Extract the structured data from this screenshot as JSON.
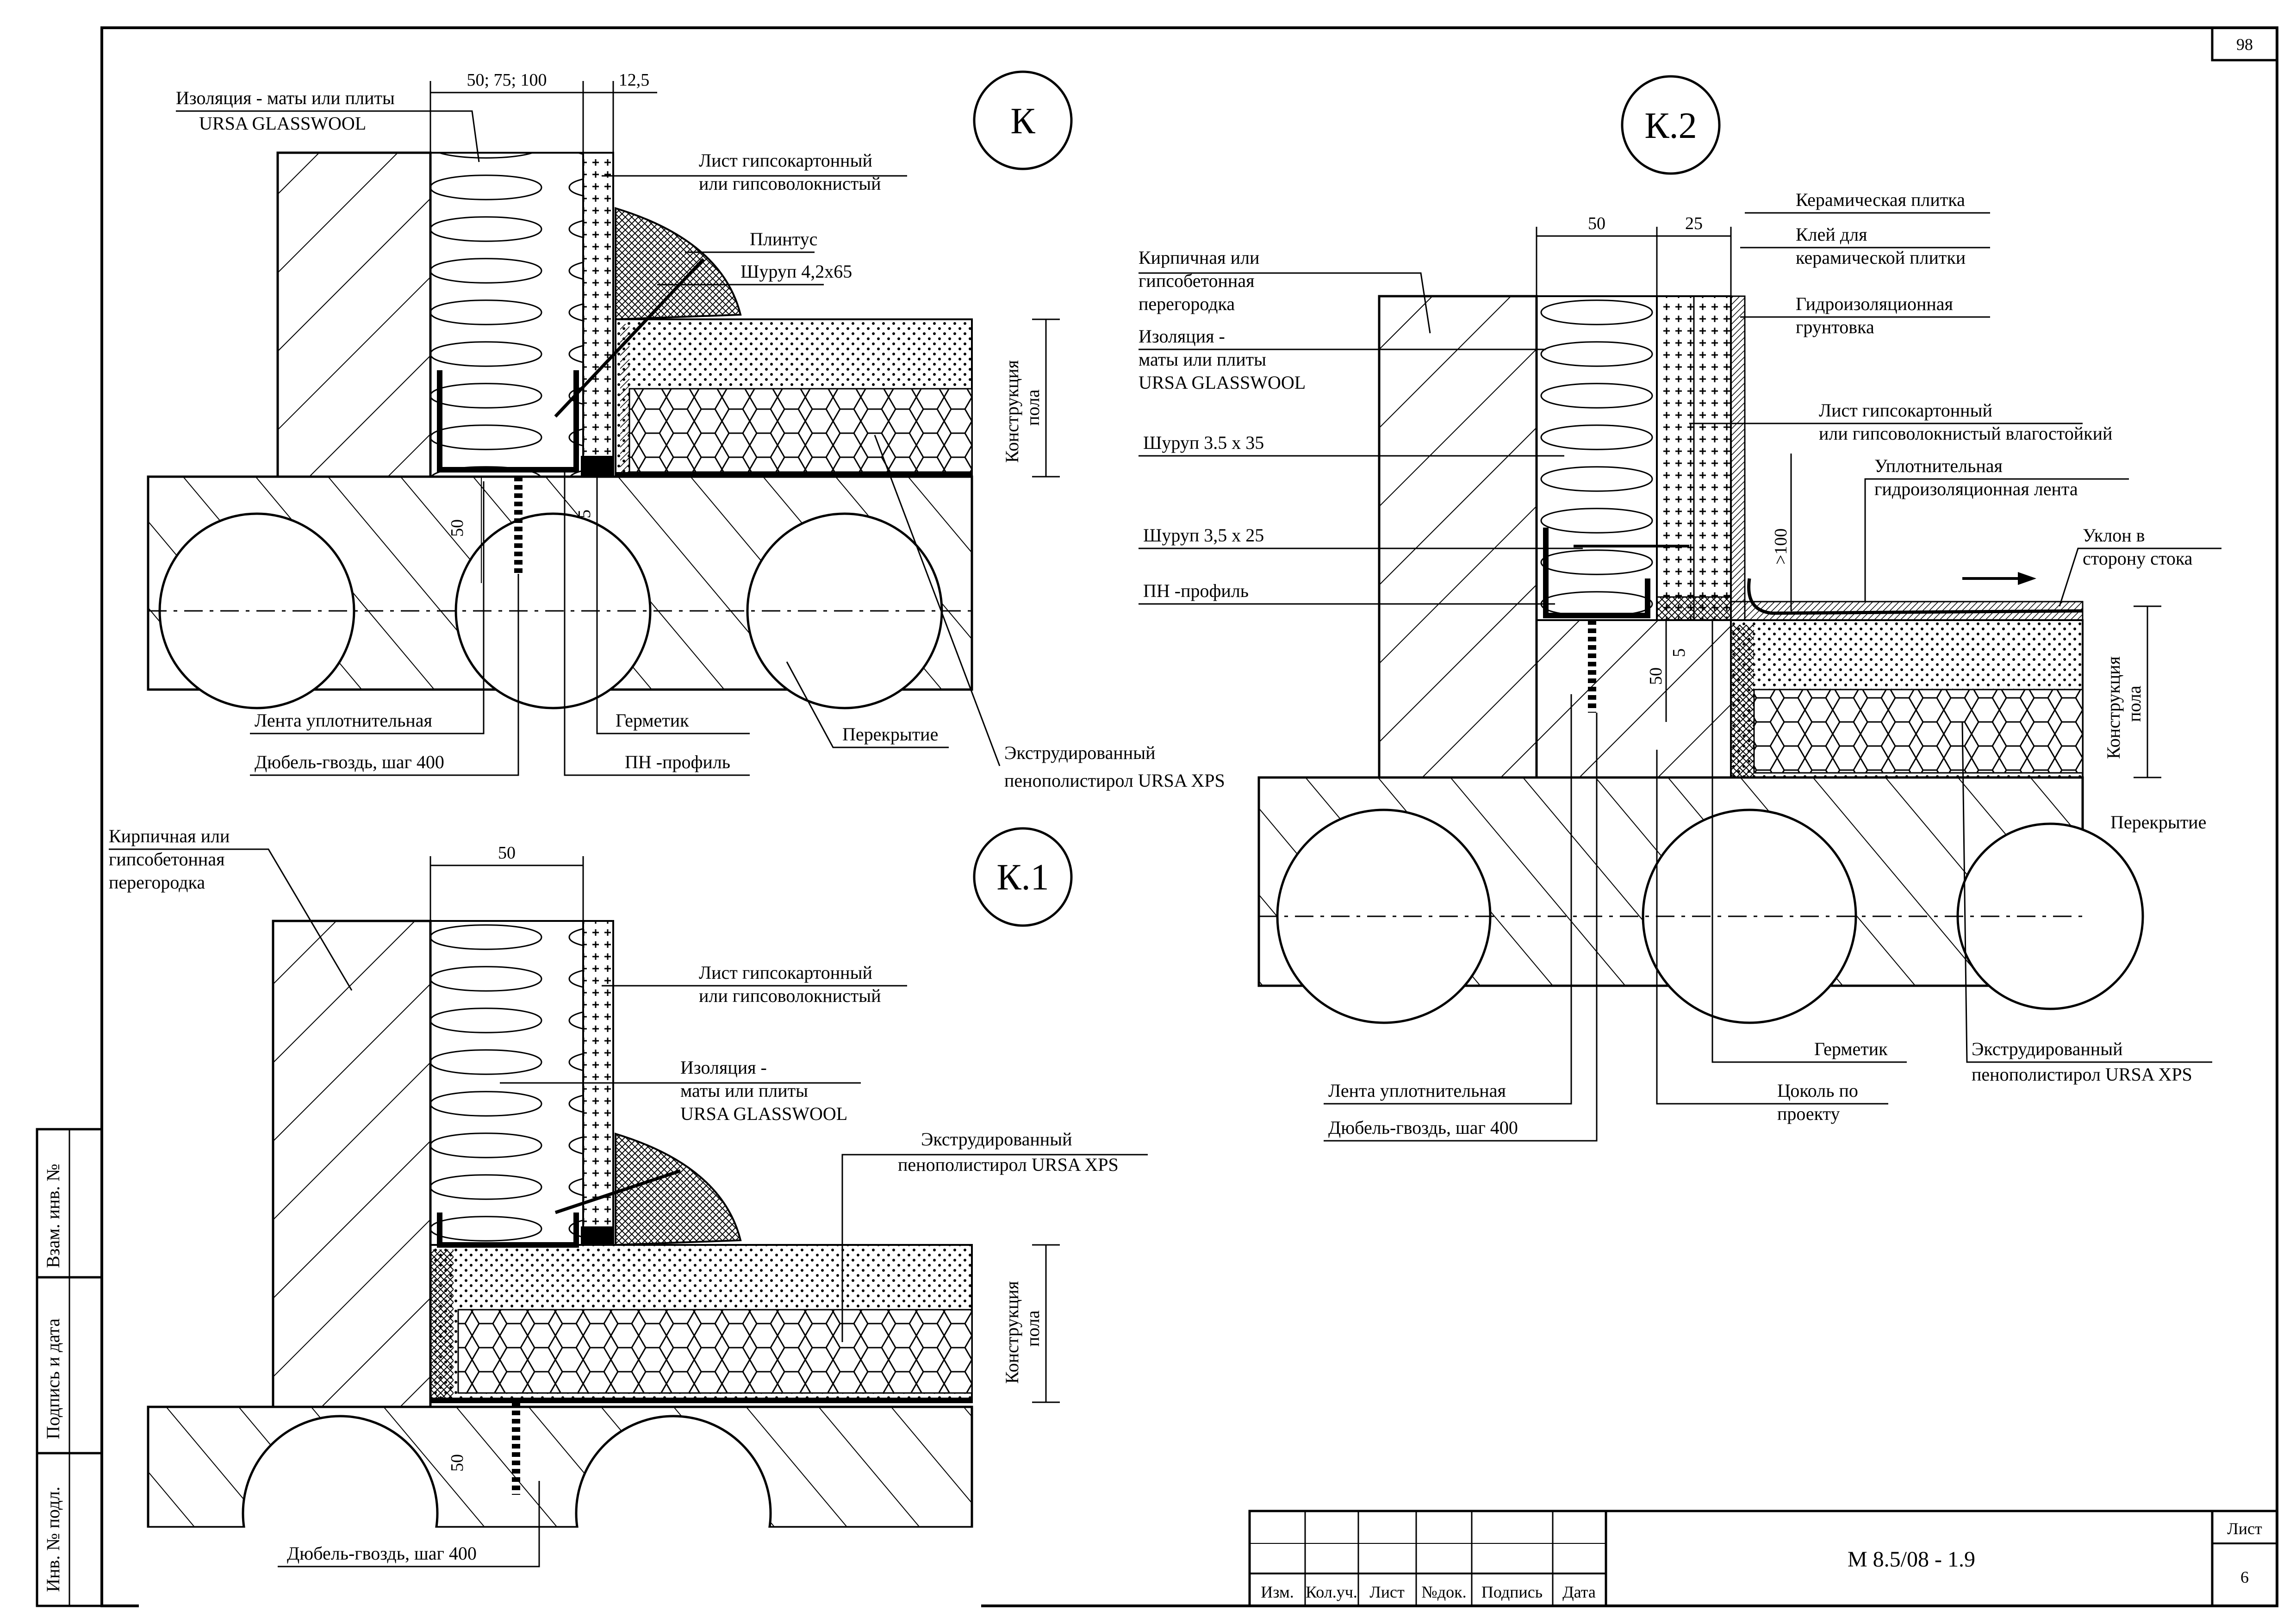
{
  "sheet": {
    "page_number": "98",
    "code": "М 8.5/08 - 1.9",
    "sheet_label": "Лист",
    "sheet_no": "6",
    "stamp_cols": [
      "Изм.",
      "Кол.уч.",
      "Лист",
      "№док.",
      "Подпись",
      "Дата"
    ],
    "side_fields": [
      "Взам. инв. №",
      "Подпись и дата",
      "Инв. № подл."
    ]
  },
  "details": {
    "k": {
      "title": "К",
      "dims": [
        "50; 75; 100",
        "12,5",
        "50",
        "5"
      ],
      "labels": {
        "insulation_1": "Изоляция - маты или плиты",
        "insulation_2": "URSA GLASSWOOL",
        "gypsum_1": "Лист гипсокартонный",
        "gypsum_2": "или гипсоволокнистый",
        "plinth": "Плинтус",
        "screw": "Шуруп 4,2х65",
        "floor_1": "Конструкция",
        "floor_2": "пола",
        "seal_tape": "Лента уплотнительная",
        "dowel": "Дюбель-гвоздь, шаг 400",
        "sealant": "Герметик",
        "profile": "ПН -профиль",
        "slab": "Перекрытие",
        "xps_1": "Экструдированный",
        "xps_2": "пенополистирол URSA XPS"
      }
    },
    "k1": {
      "title": "К.1",
      "dims": [
        "50",
        "50"
      ],
      "labels": {
        "wall_1": "Кирпичная или",
        "wall_2": "гипсобетонная",
        "wall_3": "перегородка",
        "gypsum_1": "Лист гипсокартонный",
        "gypsum_2": "или гипсоволокнистый",
        "ins_1": "Изоляция -",
        "ins_2": "маты или плиты",
        "ins_3": "URSA GLASSWOOL",
        "xps_1": "Экструдированный",
        "xps_2": "пенополистирол URSA XPS",
        "floor_1": "Конструкция",
        "floor_2": "пола",
        "dowel": "Дюбель-гвоздь, шаг 400"
      }
    },
    "k2": {
      "title": "К.2",
      "dims": [
        "50",
        "25",
        ">100",
        "50",
        "5"
      ],
      "labels": {
        "tile": "Керамическая плитка",
        "glue_1": "Клей для",
        "glue_2": "керамической плитки",
        "primer_1": "Гидроизоляционная",
        "primer_2": "грунтовка",
        "wall_1": "Кирпичная или",
        "wall_2": "гипсобетонная",
        "wall_3": "перегородка",
        "ins_1": "Изоляция -",
        "ins_2": "маты или плиты",
        "ins_3": "URSA GLASSWOOL",
        "gypsum_1": "Лист гипсокартонный",
        "gypsum_2": "или гипсоволокнистый влагостойкий",
        "screw_1": "Шуруп 3.5 х 35",
        "screw_2": "Шуруп 3,5 х 25",
        "profile": "ПН -профиль",
        "wtape_1": "Уплотнительная",
        "wtape_2": "гидроизоляционная лента",
        "slope_1": "Уклон в",
        "slope_2": "сторону стока",
        "floor_1": "Конструкция",
        "floor_2": "пола",
        "slab": "Перекрытие",
        "seal_tape": "Лента уплотнительная",
        "dowel": "Дюбель-гвоздь, шаг 400",
        "sealant": "Герметик",
        "plinth_1": "Цоколь по",
        "plinth_2": "проекту",
        "xps_1": "Экструдированный",
        "xps_2": "пенополистирол URSA XPS"
      }
    }
  }
}
